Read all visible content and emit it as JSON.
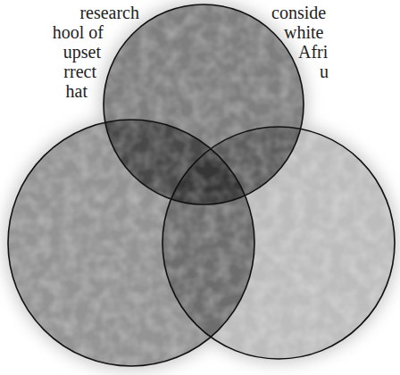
{
  "diagram": {
    "labels": [
      "research",
      "hool of",
      "upset",
      "rrect",
      "hat",
      "conside",
      "white",
      "Afri",
      "u"
    ]
  }
}
